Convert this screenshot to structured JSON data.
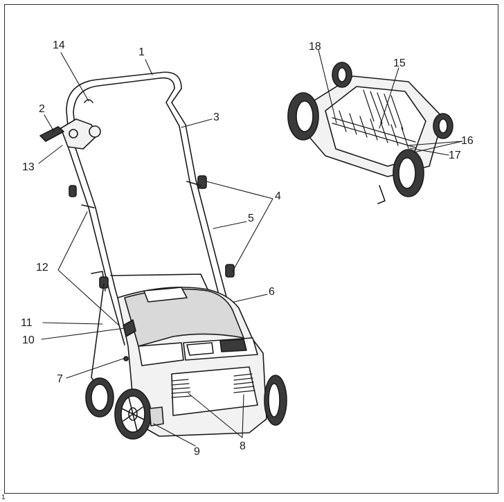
{
  "diagram": {
    "callouts": [
      {
        "id": "c1",
        "label": "1"
      },
      {
        "id": "c2",
        "label": "2"
      },
      {
        "id": "c3",
        "label": "3"
      },
      {
        "id": "c4",
        "label": "4"
      },
      {
        "id": "c5",
        "label": "5"
      },
      {
        "id": "c6",
        "label": "6"
      },
      {
        "id": "c7",
        "label": "7"
      },
      {
        "id": "c8",
        "label": "8"
      },
      {
        "id": "c9",
        "label": "9"
      },
      {
        "id": "c10",
        "label": "10"
      },
      {
        "id": "c11",
        "label": "11"
      },
      {
        "id": "c12",
        "label": "12"
      },
      {
        "id": "c13",
        "label": "13"
      },
      {
        "id": "c14",
        "label": "14"
      },
      {
        "id": "c15",
        "label": "15"
      },
      {
        "id": "c16",
        "label": "16"
      },
      {
        "id": "c17",
        "label": "17"
      },
      {
        "id": "c18",
        "label": "18"
      }
    ],
    "corner_mark": "1"
  },
  "colors": {
    "line": "#1a1a1a",
    "fill_light": "#f2f2f2",
    "fill_mid": "#d9d9d9",
    "fill_dark": "#3a3a3a"
  }
}
